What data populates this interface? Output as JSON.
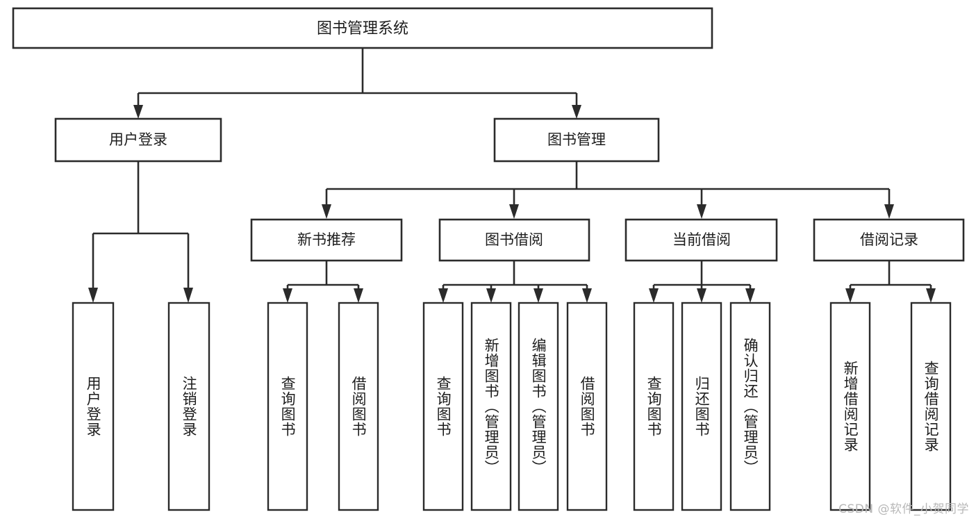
{
  "diagram": {
    "title": "图书管理系统",
    "type": "tree-structure-chart",
    "watermark": "CSDN @软件_小贺同学",
    "colors": {
      "stroke": "#2b2b2b",
      "fill": "#ffffff",
      "text": "#1d1d1d",
      "watermark": "#b8b8b8"
    },
    "levels": {
      "root": "图书管理系统",
      "level2": [
        "用户登录",
        "图书管理"
      ],
      "level3": [
        "新书推荐",
        "图书借阅",
        "当前借阅",
        "借阅记录"
      ]
    },
    "nodes": {
      "root": {
        "label": "图书管理系统"
      },
      "user_login": {
        "label": "用户登录"
      },
      "book_manage": {
        "label": "图书管理"
      },
      "new_book_rec": {
        "label": "新书推荐"
      },
      "book_borrow": {
        "label": "图书借阅"
      },
      "current_borrow": {
        "label": "当前借阅"
      },
      "borrow_record": {
        "label": "借阅记录"
      },
      "leaf_1": {
        "label": "用户登录"
      },
      "leaf_2": {
        "label": "注销登录"
      },
      "leaf_3": {
        "label": "查询图书"
      },
      "leaf_4": {
        "label": "借阅图书"
      },
      "leaf_5": {
        "label": "查询图书"
      },
      "leaf_6": {
        "label": "新增图书（管理员）"
      },
      "leaf_7": {
        "label": "编辑图书（管理员）"
      },
      "leaf_8": {
        "label": "借阅图书"
      },
      "leaf_9": {
        "label": "查询图书"
      },
      "leaf_10": {
        "label": "归还图书"
      },
      "leaf_11": {
        "label": "确认归还（管理员）"
      },
      "leaf_12": {
        "label": "新增借阅记录"
      },
      "leaf_13": {
        "label": "查询借阅记录"
      }
    },
    "edges": [
      {
        "from": "root",
        "to": "user_login"
      },
      {
        "from": "root",
        "to": "book_manage"
      },
      {
        "from": "user_login",
        "to": "leaf_1"
      },
      {
        "from": "user_login",
        "to": "leaf_2"
      },
      {
        "from": "book_manage",
        "to": "new_book_rec"
      },
      {
        "from": "book_manage",
        "to": "book_borrow"
      },
      {
        "from": "book_manage",
        "to": "current_borrow"
      },
      {
        "from": "book_manage",
        "to": "borrow_record"
      },
      {
        "from": "new_book_rec",
        "to": "leaf_3"
      },
      {
        "from": "new_book_rec",
        "to": "leaf_4"
      },
      {
        "from": "book_borrow",
        "to": "leaf_5"
      },
      {
        "from": "book_borrow",
        "to": "leaf_6"
      },
      {
        "from": "book_borrow",
        "to": "leaf_7"
      },
      {
        "from": "book_borrow",
        "to": "leaf_8"
      },
      {
        "from": "current_borrow",
        "to": "leaf_9"
      },
      {
        "from": "current_borrow",
        "to": "leaf_10"
      },
      {
        "from": "current_borrow",
        "to": "leaf_11"
      },
      {
        "from": "borrow_record",
        "to": "leaf_12"
      },
      {
        "from": "borrow_record",
        "to": "leaf_13"
      }
    ]
  }
}
